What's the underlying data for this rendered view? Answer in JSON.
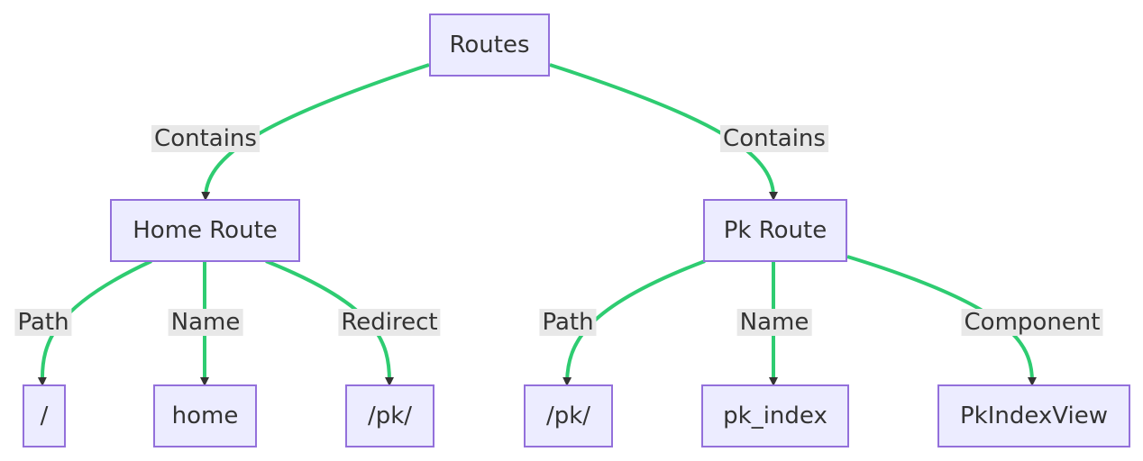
{
  "colors": {
    "node_fill": "#ececff",
    "node_border": "#9370db",
    "edge": "#2ecc71",
    "label_bg": "#e8e8e8",
    "text": "#333333"
  },
  "nodes": {
    "routes": "Routes",
    "home_route": "Home Route",
    "pk_route": "Pk Route",
    "home_path": "/",
    "home_name": "home",
    "home_redirect": "/pk/",
    "pk_path": "/pk/",
    "pk_name": "pk_index",
    "pk_component": "PkIndexView"
  },
  "edges": [
    {
      "from": "routes",
      "to": "home_route",
      "label": "Contains"
    },
    {
      "from": "routes",
      "to": "pk_route",
      "label": "Contains"
    },
    {
      "from": "home_route",
      "to": "home_path",
      "label": "Path"
    },
    {
      "from": "home_route",
      "to": "home_name",
      "label": "Name"
    },
    {
      "from": "home_route",
      "to": "home_redirect",
      "label": "Redirect"
    },
    {
      "from": "pk_route",
      "to": "pk_path",
      "label": "Path"
    },
    {
      "from": "pk_route",
      "to": "pk_name",
      "label": "Name"
    },
    {
      "from": "pk_route",
      "to": "pk_component",
      "label": "Component"
    }
  ]
}
